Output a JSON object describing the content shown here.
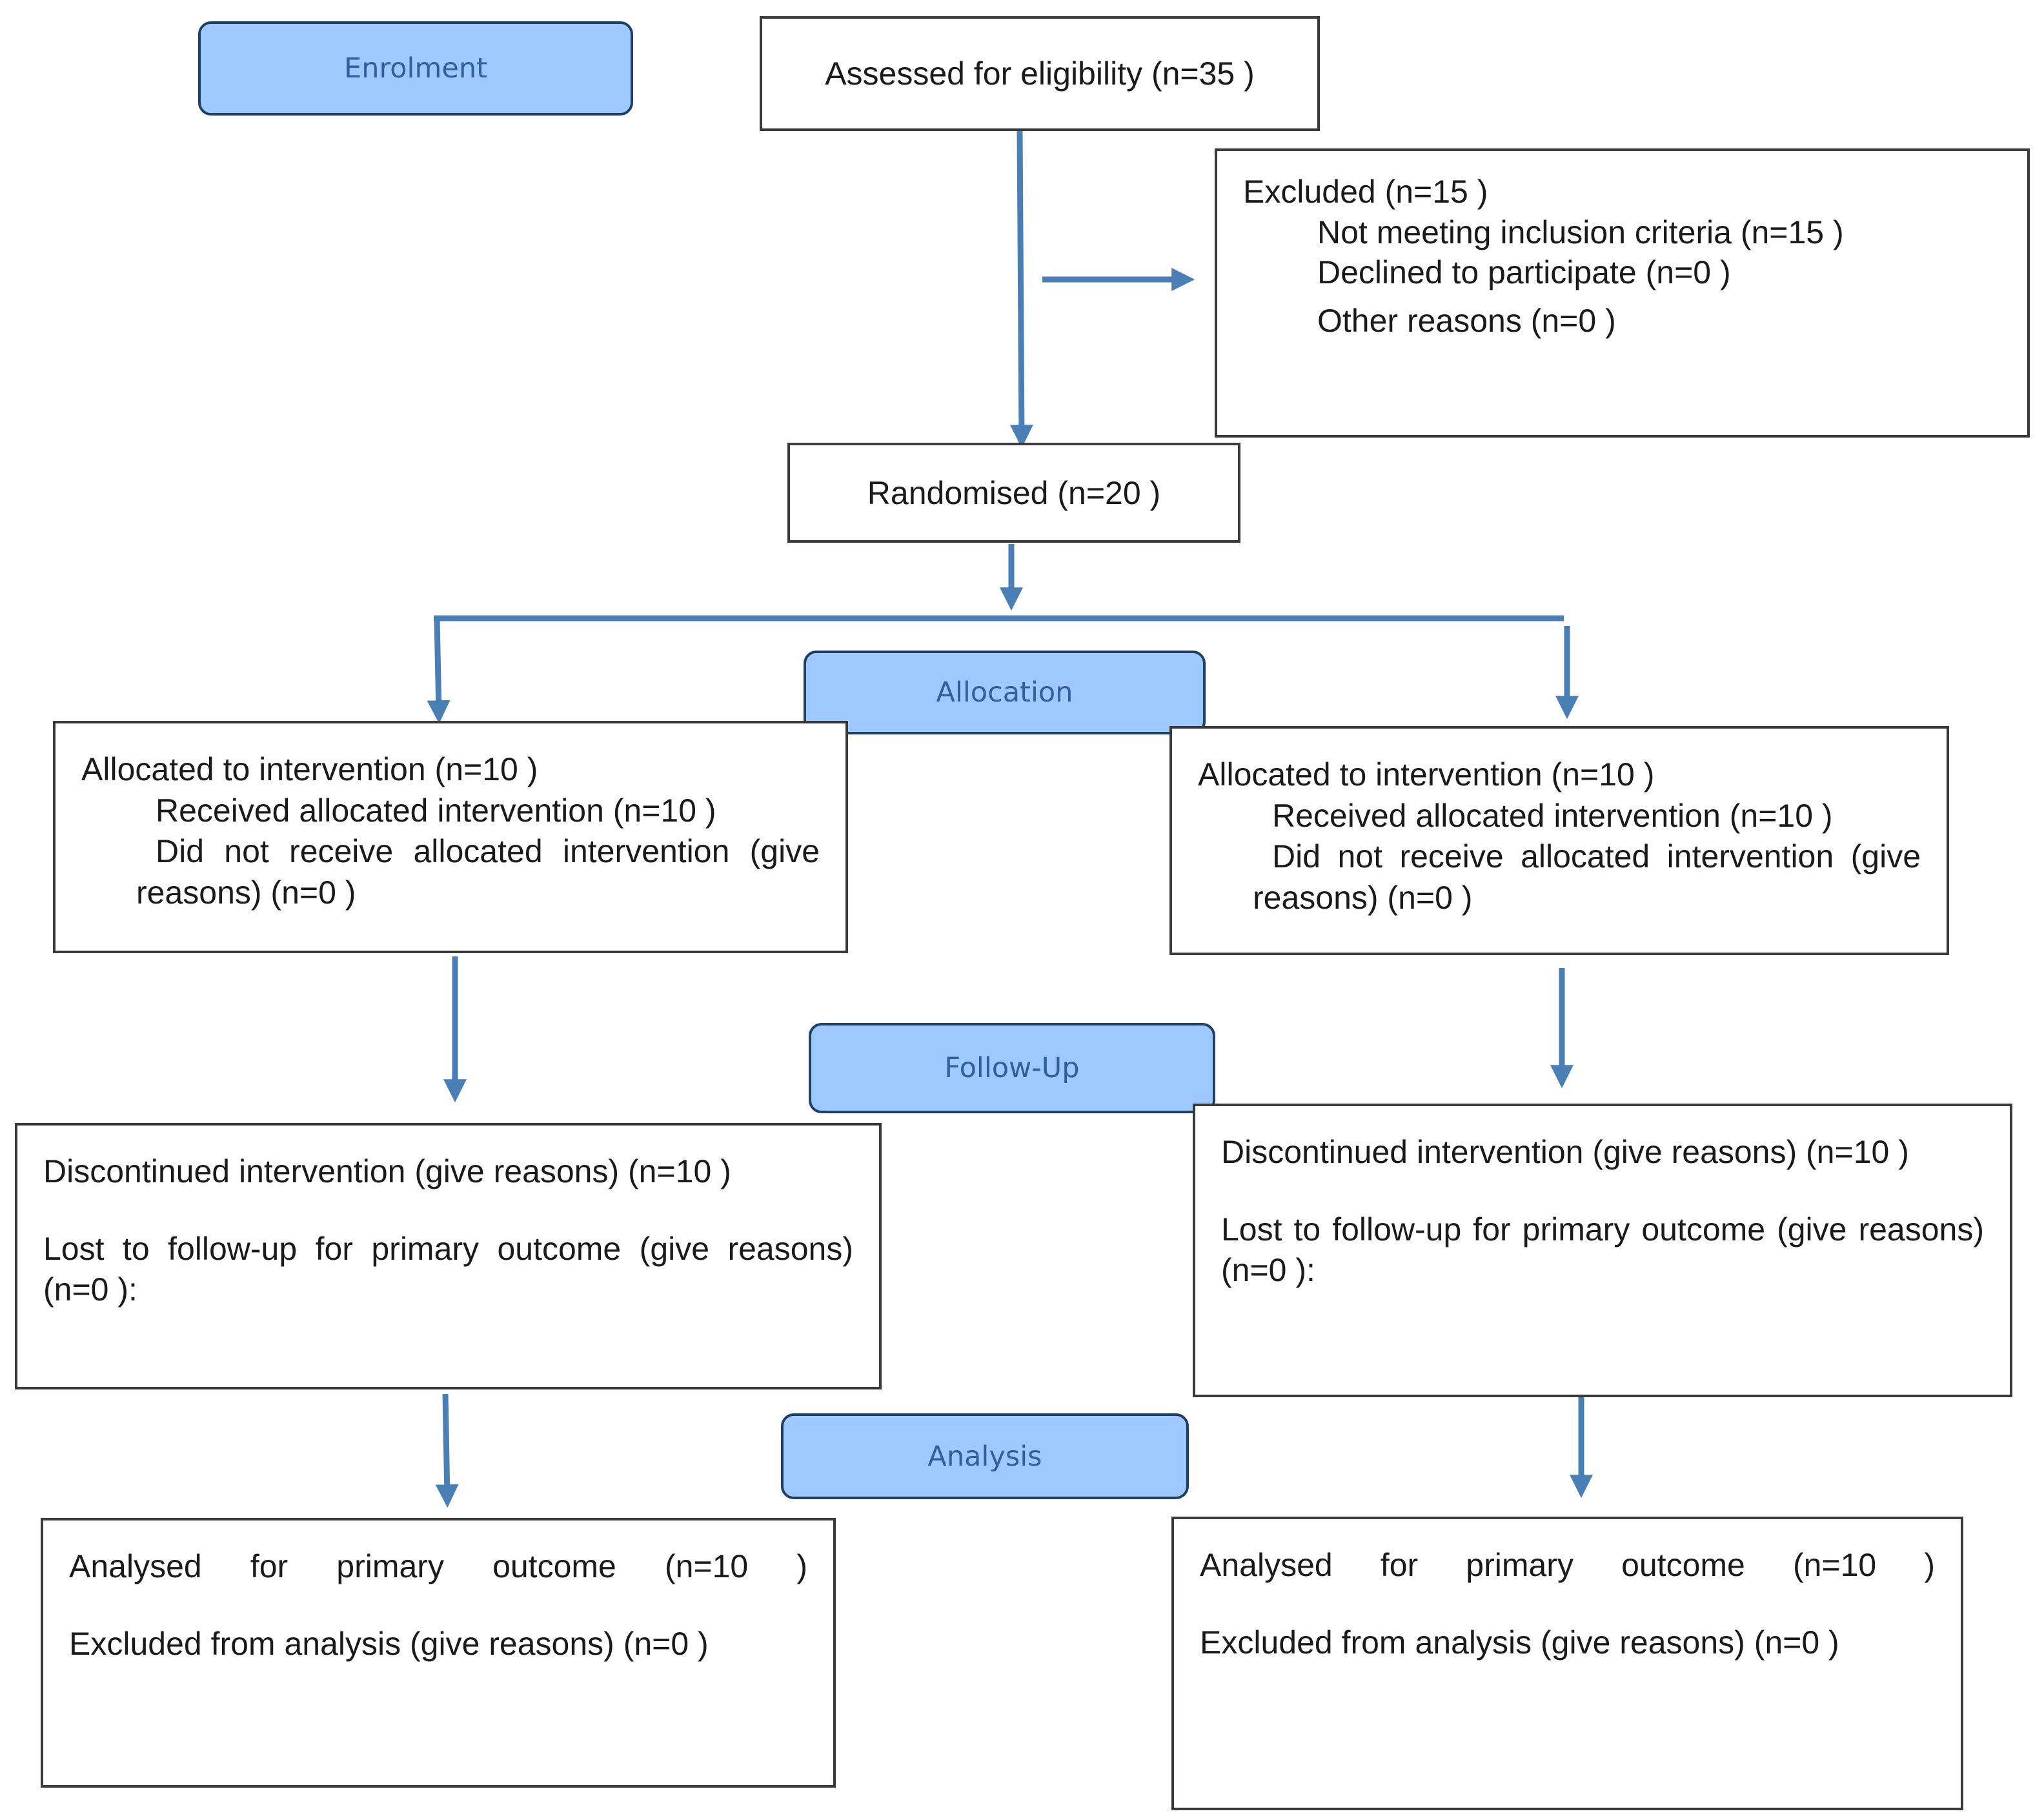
{
  "stages": {
    "enrolment": "Enrolment",
    "allocation": "Allocation",
    "follow_up": "Follow-Up",
    "analysis": "Analysis"
  },
  "assessed": "Assessed for eligibility (n=35 )",
  "excluded": {
    "title": "Excluded (n=15 )",
    "items": [
      "Not meeting inclusion criteria (n=15 )",
      "Declined to participate (n=0 )",
      "Other reasons (n=0 )"
    ]
  },
  "randomised": "Randomised (n=20 )",
  "arms": [
    {
      "allocation": {
        "title": "Allocated to intervention (n=10 )",
        "received": "Received allocated intervention (n=10 )",
        "not_received": "Did not receive allocated intervention (give reasons) (n=0 )"
      },
      "follow_up": {
        "discontinued": "Discontinued intervention (give reasons) (n=10 )",
        "lost": "Lost to follow-up for primary outcome (give reasons) (n=0 ):"
      },
      "analysis": {
        "analysed": "Analysed for primary outcome (n=10 )",
        "excluded": "Excluded from analysis (give reasons) (n=0 )"
      }
    },
    {
      "allocation": {
        "title": "Allocated to intervention (n=10 )",
        "received": "Received allocated intervention (n=10 )",
        "not_received": "Did not receive allocated intervention (give reasons) (n=0 )"
      },
      "follow_up": {
        "discontinued": "Discontinued intervention (give reasons) (n=10 )",
        "lost": "Lost to follow-up for primary outcome (give reasons) (n=0 ):"
      },
      "analysis": {
        "analysed": "Analysed for primary outcome (n=10 )",
        "excluded": "Excluded from analysis (give reasons) (n=0 )"
      }
    }
  ],
  "colors": {
    "arrow": "#4a7fb6",
    "stage_fill": "#9ec9ff",
    "stage_text": "#2f5f9e",
    "box_border": "#3a3a3a"
  }
}
